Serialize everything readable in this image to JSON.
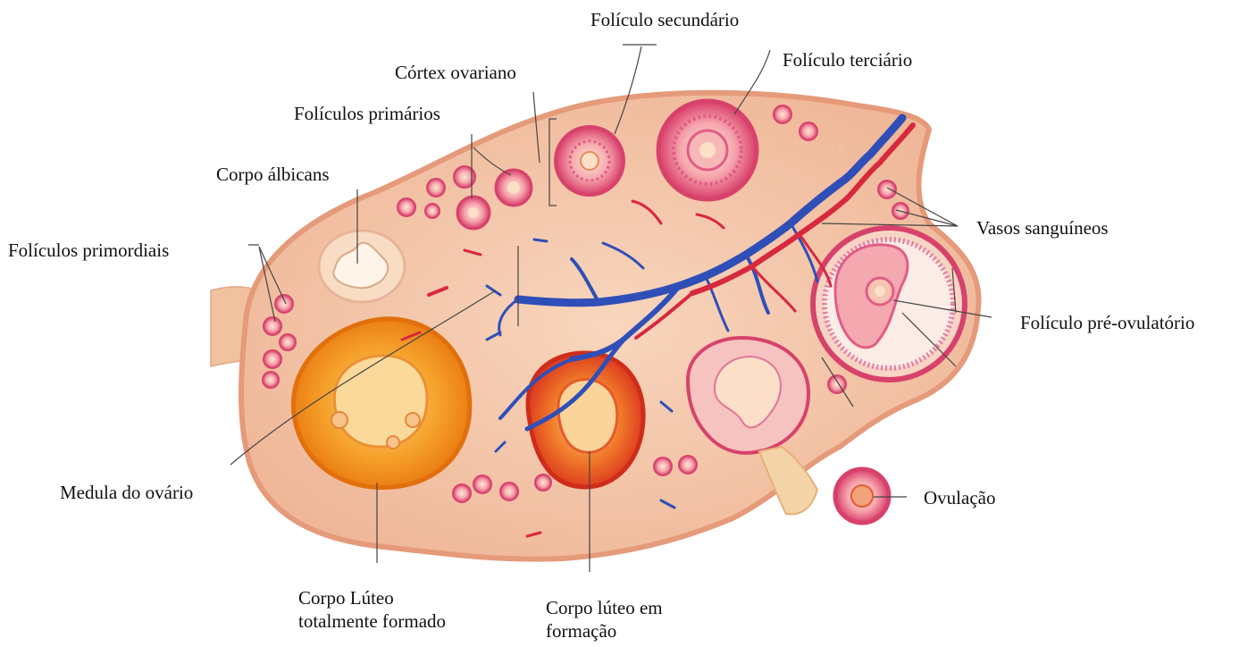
{
  "labels": {
    "foliculo_secundario": "Folículo secundário",
    "foliculo_terciario": "Folículo terciário",
    "cortex_ovariano": "Córtex ovariano",
    "foliculos_primarios": "Folículos primários",
    "corpo_albicans": "Corpo álbicans",
    "foliculos_primordiais": "Folículos primordiais",
    "vasos_sanguineos": "Vasos sanguíneos",
    "foliculo_pre_ovulatorio": "Folículo pré-ovulatório",
    "medula_do_ovario": "Medula do ovário",
    "ovulacao": "Ovulação",
    "corpo_luteo_formado_1": "Corpo Lúteo",
    "corpo_luteo_formado_2": "totalmente formado",
    "corpo_luteo_formacao_1": "Corpo lúteo em",
    "corpo_luteo_formacao_2": "formação"
  },
  "colors": {
    "stroma": "#f6c9ae",
    "capsule": "#eeb08f",
    "follicle_ring": "#e0507a",
    "follicle_core": "#fbe0c6",
    "vein": "#2f4fb8",
    "artery": "#d8283e",
    "luteum_outer": "#f08a1a",
    "luteum_inner": "#e23a1e",
    "leader_line": "#444444"
  }
}
